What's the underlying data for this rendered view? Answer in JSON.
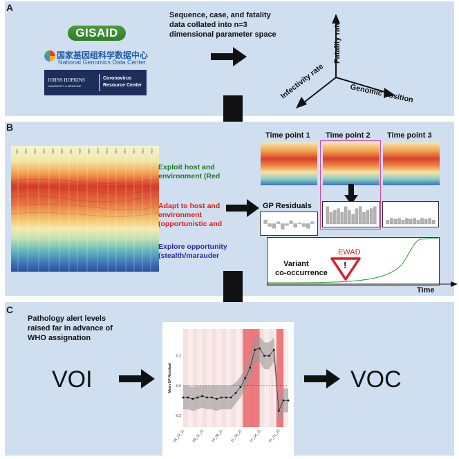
{
  "panel_a": {
    "label": "A",
    "logo_gisaid": "GISAID",
    "logo_ngdc_cn": "国家基因组科学数据中心",
    "logo_ngdc_en": "National Genomics Data Center",
    "logo_jh_name": "JOHNS HOPKINS",
    "logo_jh_sub": "UNIVERSITY & MEDICINE",
    "logo_jh_center1": "Coronavirus",
    "logo_jh_center2": "Resource Center",
    "desc_line1": "Sequence, case, and fatality",
    "desc_line2": "data collated into n=3",
    "desc_line3": "dimensional parameter space",
    "axis_fatality": "Fatality rate",
    "axis_infectivity": "Infectivity rate",
    "axis_genomic": "Genomic position"
  },
  "panel_b": {
    "label": "B",
    "exploit_1": "Exploit host and",
    "exploit_2": "environment (Red",
    "adapt_1": "Adapt to host and",
    "adapt_2": "environment",
    "adapt_3": "(opportunistic and",
    "explore_1": "Explore opportunity",
    "explore_2": "(stealth/marauder",
    "tp1": "Time point 1",
    "tp2": "Time point 2",
    "tp3": "Time point 3",
    "gp_residuals": "GP Residuals",
    "variant_1": "Variant",
    "variant_2": "co-occurrence",
    "ewad": "EWAD",
    "ewad_symbol": "!",
    "time_axis": "Time",
    "residual_bars_tp1": [
      0.4,
      -0.3,
      -0.5,
      0.2,
      -0.6,
      -0.2,
      0.3,
      -0.4,
      0.1,
      -0.3,
      -0.5,
      0.2
    ],
    "residual_bars_tp2": [
      0.9,
      0.6,
      0.7,
      0.8,
      0.6,
      0.9,
      0.7,
      0.5,
      0.8,
      0.9,
      0.6,
      0.7,
      0.8,
      0.9
    ],
    "residual_bars_tp3": [
      0.2,
      0.3,
      0.25,
      0.3,
      0.2,
      0.3,
      0.25,
      0.3,
      0.2,
      0.3,
      0.25,
      0.3,
      0.2
    ],
    "heatmap_tick_labels": [
      "hap1",
      "hap2",
      "hap3",
      "hap4",
      "hap5",
      "hap6",
      "hap7",
      "hap8",
      "hap9",
      "hap10",
      "hap11",
      "hap12",
      "hap13",
      "hap14",
      "hap15",
      "hap16"
    ]
  },
  "panel_c": {
    "label": "C",
    "note_1": "Pathology alert levels",
    "note_2": "raised far in advance of",
    "note_3": "WHO assignation",
    "voi": "VOI",
    "voc": "VOC"
  },
  "chart_data": {
    "type": "line",
    "ylabel": "Mean GP Residual",
    "ylim": [
      -0.28,
      0.38
    ],
    "yticks": [
      -0.2,
      0.0,
      0.2
    ],
    "ytick_labels": [
      "-0.2",
      "0.0",
      "0.2"
    ],
    "xtick_labels": [
      "08_14_21",
      "09_11_21",
      "10_09_21",
      "11_06_21",
      "12_04_21",
      "01_01_22"
    ],
    "xtick_index": [
      0,
      4,
      8,
      12,
      16,
      20
    ],
    "x": [
      0,
      1,
      2,
      3,
      4,
      5,
      6,
      7,
      8,
      9,
      10,
      11,
      12,
      13,
      14,
      15,
      16,
      17,
      18,
      19,
      20,
      21,
      22
    ],
    "values": [
      -0.08,
      -0.08,
      -0.09,
      -0.08,
      -0.07,
      -0.08,
      -0.08,
      -0.09,
      -0.08,
      -0.08,
      -0.08,
      -0.05,
      -0.01,
      0.05,
      0.12,
      0.24,
      0.25,
      0.2,
      0.2,
      0.24,
      -0.17,
      -0.1,
      -0.1
    ],
    "band_upper": [
      0.0,
      0.0,
      -0.01,
      0.0,
      0.0,
      0.0,
      0.0,
      0.0,
      0.0,
      0.0,
      0.0,
      0.02,
      0.06,
      0.12,
      0.2,
      0.33,
      0.33,
      0.29,
      0.29,
      0.32,
      -0.09,
      -0.02,
      -0.02
    ],
    "band_lower": [
      -0.16,
      -0.16,
      -0.17,
      -0.16,
      -0.15,
      -0.16,
      -0.16,
      -0.17,
      -0.16,
      -0.16,
      -0.16,
      -0.12,
      -0.08,
      -0.02,
      0.04,
      0.15,
      0.16,
      0.11,
      0.11,
      0.16,
      -0.25,
      -0.18,
      -0.18
    ],
    "zero_line": 0.0,
    "alert_regions": [
      [
        13,
        16
      ],
      [
        20,
        21
      ]
    ],
    "colors": {
      "band": "#9a9a9a",
      "line": "#333333",
      "alert": "#e8555a",
      "grid": "#f2d6d6"
    }
  }
}
